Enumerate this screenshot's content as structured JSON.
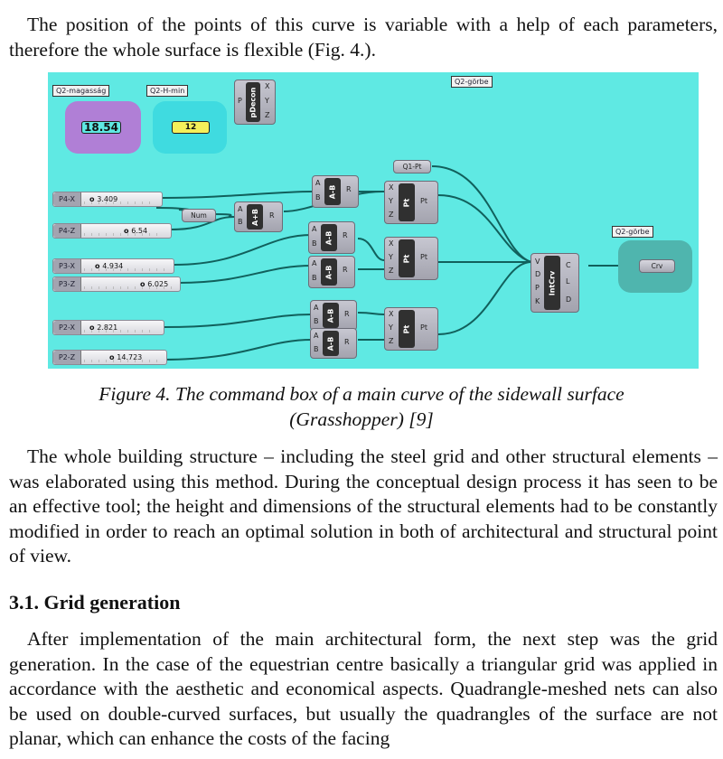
{
  "paragraphs": {
    "intro": "The position of the points of this curve is variable with a help of each parameters, therefore the whole surface is flexible (Fig. 4.).",
    "method": "The whole building structure – including the steel grid and other structural elements – was elaborated using this method. During the conceptual design process it has seen to be an effective tool; the height and dimensions of the structural elements had to be constantly modified in order to reach an optimal solution in both of architectural and structural point of view.",
    "grid": "After implementation of the main architectural form, the next step was the grid generation. In the case of the equestrian centre basically a triangular grid was applied in accordance with the aesthetic and economical aspects. Quadrangle-meshed nets can also be used on double-curved surfaces, but usually the quadrangles of the surface are not planar, which can enhance the costs of the facing"
  },
  "figure": {
    "caption_line1": "Figure 4. The command box of a main curve of the sidewall surface",
    "caption_line2": "(Grasshopper) [9]",
    "background_color": "#5fe9e3",
    "groups": {
      "magassag": {
        "label": "Q2-magasság",
        "value": "18.54",
        "color": "#b07fd6"
      },
      "hmin": {
        "label": "Q2-H-min",
        "value": "12",
        "color": "#3fdbe0"
      },
      "gorbe_top": {
        "label": "Q2-görbe"
      },
      "gorbe_out": {
        "label": "Q2-görbe",
        "color": "#4fb5ae"
      }
    },
    "sliders": [
      {
        "name": "P4-X",
        "value": "3.409"
      },
      {
        "name": "P4-Z",
        "value": "6.54"
      },
      {
        "name": "P3-X",
        "value": "4.934"
      },
      {
        "name": "P3-Z",
        "value": "6.025"
      },
      {
        "name": "P2-X",
        "value": "2.821"
      },
      {
        "name": "P2-Z",
        "value": "14.723"
      }
    ],
    "components": {
      "pdecon": {
        "title": "pDecon",
        "inputs": [
          "P"
        ],
        "outputs": [
          "X",
          "Y",
          "Z"
        ]
      },
      "num": {
        "title": "Num"
      },
      "q1pt": {
        "title": "Q1-Pt"
      },
      "add": {
        "title": "A+B",
        "inputs": [
          "A",
          "B"
        ],
        "outputs": [
          "R"
        ]
      },
      "sub1": {
        "title": "A-B",
        "inputs": [
          "A",
          "B"
        ],
        "outputs": [
          "R"
        ]
      },
      "sub2": {
        "title": "A-B",
        "inputs": [
          "A",
          "B"
        ],
        "outputs": [
          "R"
        ]
      },
      "sub3": {
        "title": "A-B",
        "inputs": [
          "A",
          "B"
        ],
        "outputs": [
          "R"
        ]
      },
      "sub4": {
        "title": "A-B",
        "inputs": [
          "A",
          "B"
        ],
        "outputs": [
          "R"
        ]
      },
      "sub5": {
        "title": "A-B",
        "inputs": [
          "A",
          "B"
        ],
        "outputs": [
          "R"
        ]
      },
      "pt1": {
        "title": "Pt",
        "inputs": [
          "X",
          "Y",
          "Z"
        ],
        "outputs": [
          "Pt"
        ]
      },
      "pt2": {
        "title": "Pt",
        "inputs": [
          "X",
          "Y",
          "Z"
        ],
        "outputs": [
          "Pt"
        ]
      },
      "pt3": {
        "title": "Pt",
        "inputs": [
          "X",
          "Y",
          "Z"
        ],
        "outputs": [
          "Pt"
        ]
      },
      "intcrv": {
        "title": "IntCrv",
        "inputs": [
          "V",
          "D",
          "P",
          "K"
        ],
        "outputs": [
          "C",
          "L",
          "D"
        ]
      },
      "crv": {
        "title": "Crv"
      }
    }
  },
  "section": {
    "heading": "3.1. Grid generation"
  }
}
